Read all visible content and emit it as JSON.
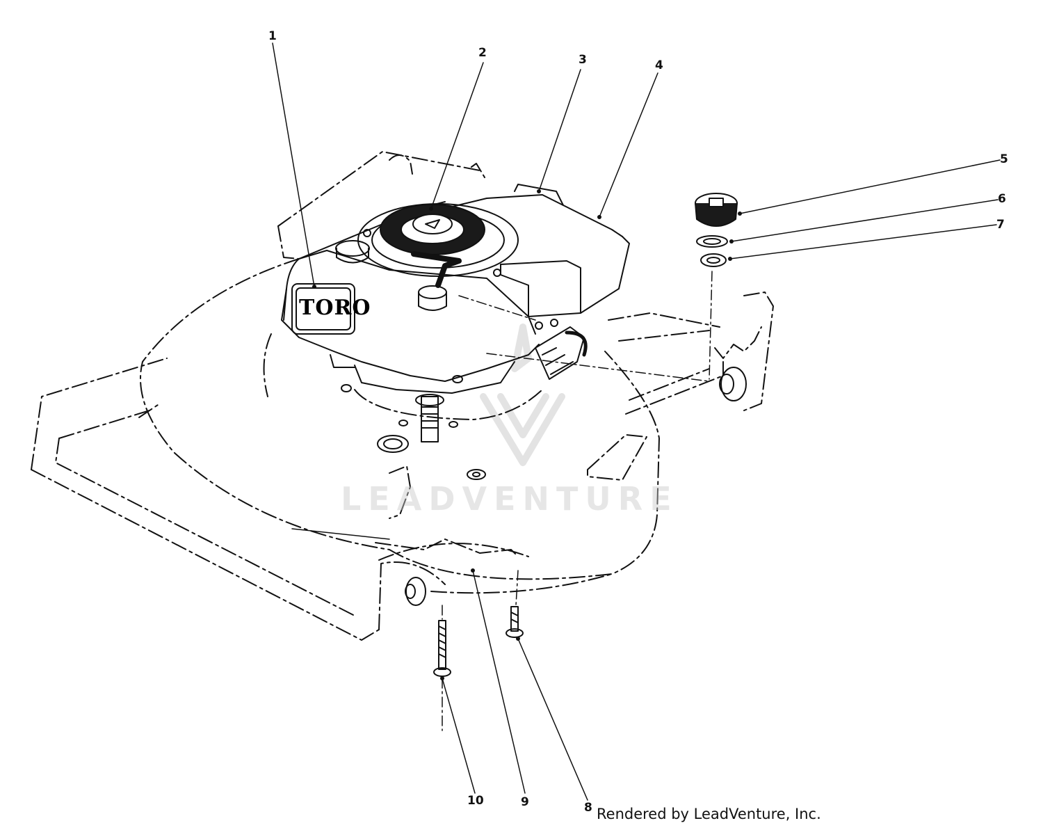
{
  "callouts": [
    {
      "id": "1",
      "label": "1"
    },
    {
      "id": "2",
      "label": "2"
    },
    {
      "id": "3",
      "label": "3"
    },
    {
      "id": "4",
      "label": "4"
    },
    {
      "id": "5",
      "label": "5"
    },
    {
      "id": "6",
      "label": "6"
    },
    {
      "id": "7",
      "label": "7"
    },
    {
      "id": "8",
      "label": "8"
    },
    {
      "id": "9",
      "label": "9"
    },
    {
      "id": "10",
      "label": "10"
    }
  ],
  "engine_brand": "TORO",
  "watermark": "LEADVENTURE",
  "credit": "Rendered by LeadVenture, Inc.",
  "colors": {
    "ink": "#111111",
    "watermark": "#c8c8c8"
  }
}
